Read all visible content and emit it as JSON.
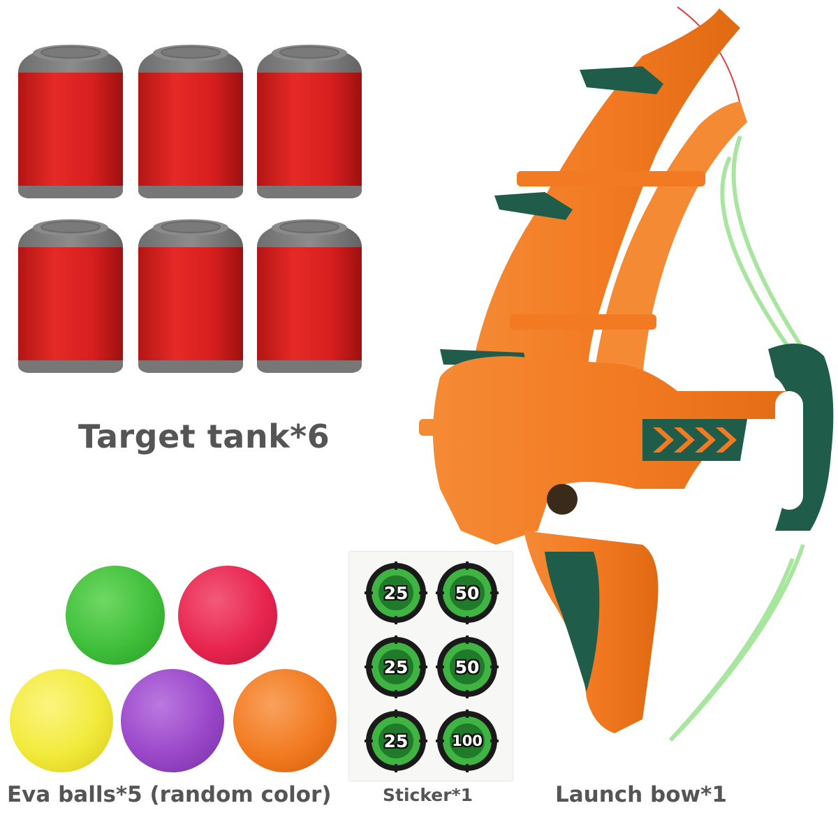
{
  "labels": {
    "target_tank": "Target tank*6",
    "eva_balls": "Eva balls*5 (random color)",
    "sticker": "Sticker*1",
    "launch_bow": "Launch bow*1"
  },
  "colors": {
    "can_red": "#d91e1e",
    "can_lid": "#7a7a7a",
    "bow_orange": "#f27a22",
    "bow_green": "#1f5c4a",
    "string_green": "#a8e6a0",
    "ball_colors": [
      "#3fbf3a",
      "#e8254f",
      "#f2ea3a",
      "#9a47c9",
      "#f27a20"
    ],
    "sticker_green": "#3fb443"
  },
  "stickers": [
    "25",
    "50",
    "25",
    "50",
    "25",
    "100"
  ]
}
